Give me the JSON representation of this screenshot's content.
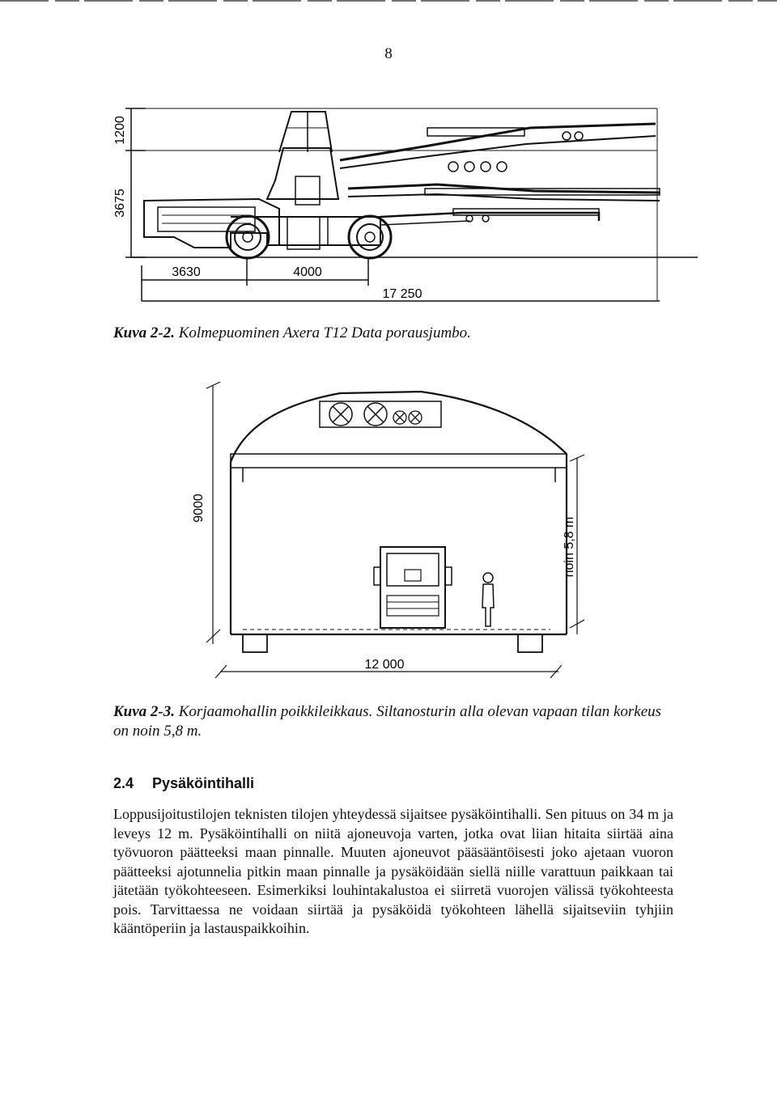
{
  "page": {
    "number": "8"
  },
  "figure1": {
    "dimensions": {
      "height_boom": "1200",
      "height_machine": "3675",
      "front_overhang": "3630",
      "wheelbase": "4000",
      "total_length": "17 250"
    },
    "caption": {
      "label": "Kuva 2-2.",
      "text": " Kolmepuominen Axera T12 Data porausjumbo."
    }
  },
  "figure2": {
    "dimensions": {
      "hall_height": "9000",
      "free_height": "noin 5,8 m",
      "hall_width": "12 000"
    },
    "caption": {
      "label": "Kuva 2-3.",
      "text": " Korjaamohallin poikkileikkaus. Siltanosturin alla olevan vapaan tilan korkeus on noin 5,8 m."
    }
  },
  "section": {
    "number": "2.4",
    "title": "Pysäköintihalli",
    "paragraph": "Loppusijoitustilojen teknisten tilojen yhteydessä sijaitsee pysäköintihalli. Sen pituus on 34 m ja leveys 12 m. Pysäköintihalli on niitä ajoneuvoja varten, jotka ovat liian hitaita siirtää aina työvuoron päätteeksi maan pinnalle. Muuten ajoneuvot pääsääntöisesti joko ajetaan vuoron päätteeksi ajotunnelia pitkin maan pinnalle ja pysäköidään siellä niille varattuun paikkaan tai jätetään työkohteeseen. Esimerkiksi louhintakalustoa ei siirretä vuorojen välissä työkohteesta pois. Tarvittaessa ne voidaan siirtää ja pysäköidä työkohteen lähellä sijaitseviin tyhjiin kääntöperiin ja lastauspaikkoihin."
  }
}
